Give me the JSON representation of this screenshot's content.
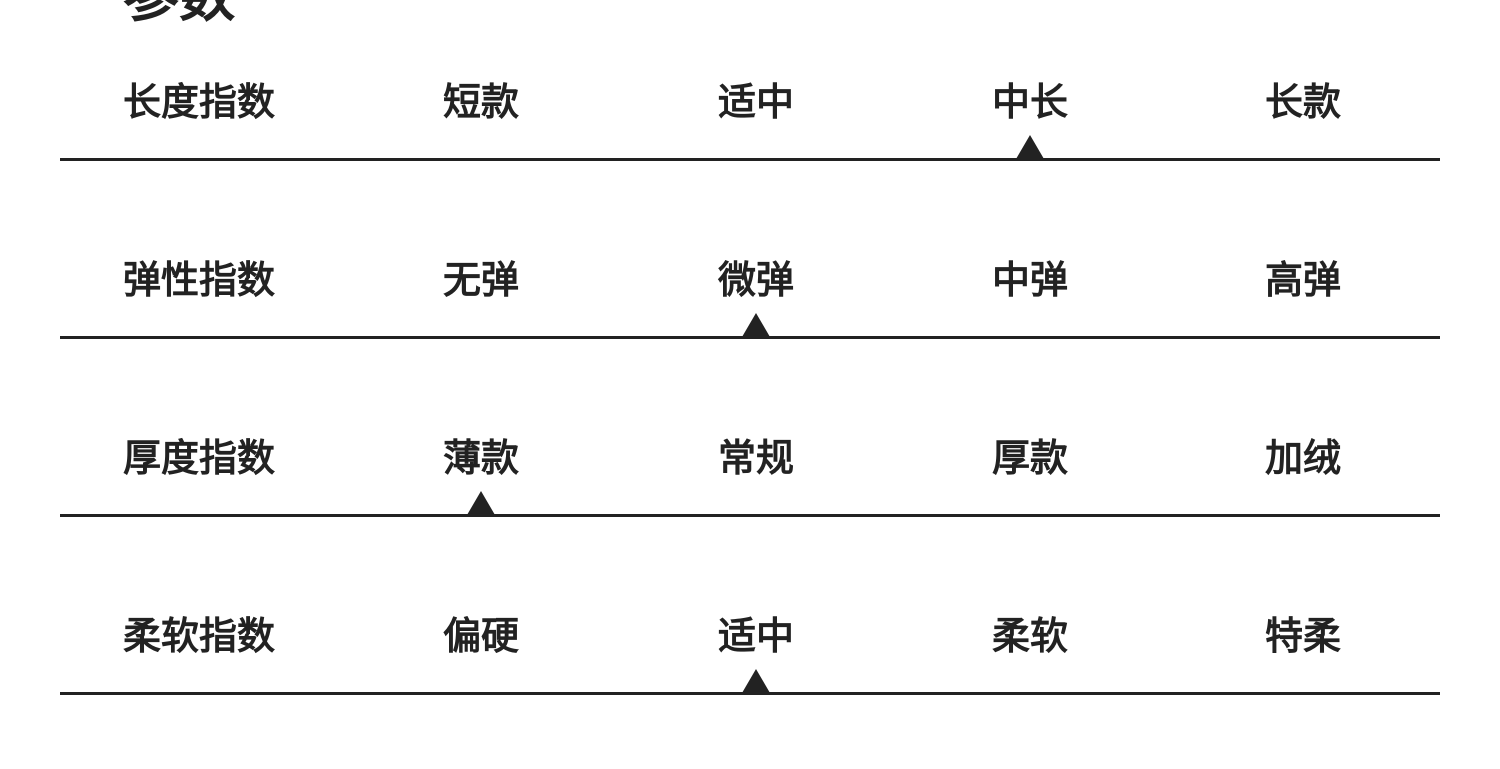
{
  "page": {
    "title": "参数"
  },
  "params": [
    {
      "label": "长度指数",
      "options": [
        "短款",
        "适中",
        "中长",
        "长款"
      ],
      "selected_index": 2
    },
    {
      "label": "弹性指数",
      "options": [
        "无弹",
        "微弹",
        "中弹",
        "高弹"
      ],
      "selected_index": 1
    },
    {
      "label": "厚度指数",
      "options": [
        "薄款",
        "常规",
        "厚款",
        "加绒"
      ],
      "selected_index": 0
    },
    {
      "label": "柔软指数",
      "options": [
        "偏硬",
        "适中",
        "柔软",
        "特柔"
      ],
      "selected_index": 1
    }
  ],
  "colors": {
    "text": "#222222",
    "track": "#222222",
    "marker": "#222222",
    "background": "#ffffff"
  },
  "icons": {
    "marker": "triangle-up-icon"
  }
}
